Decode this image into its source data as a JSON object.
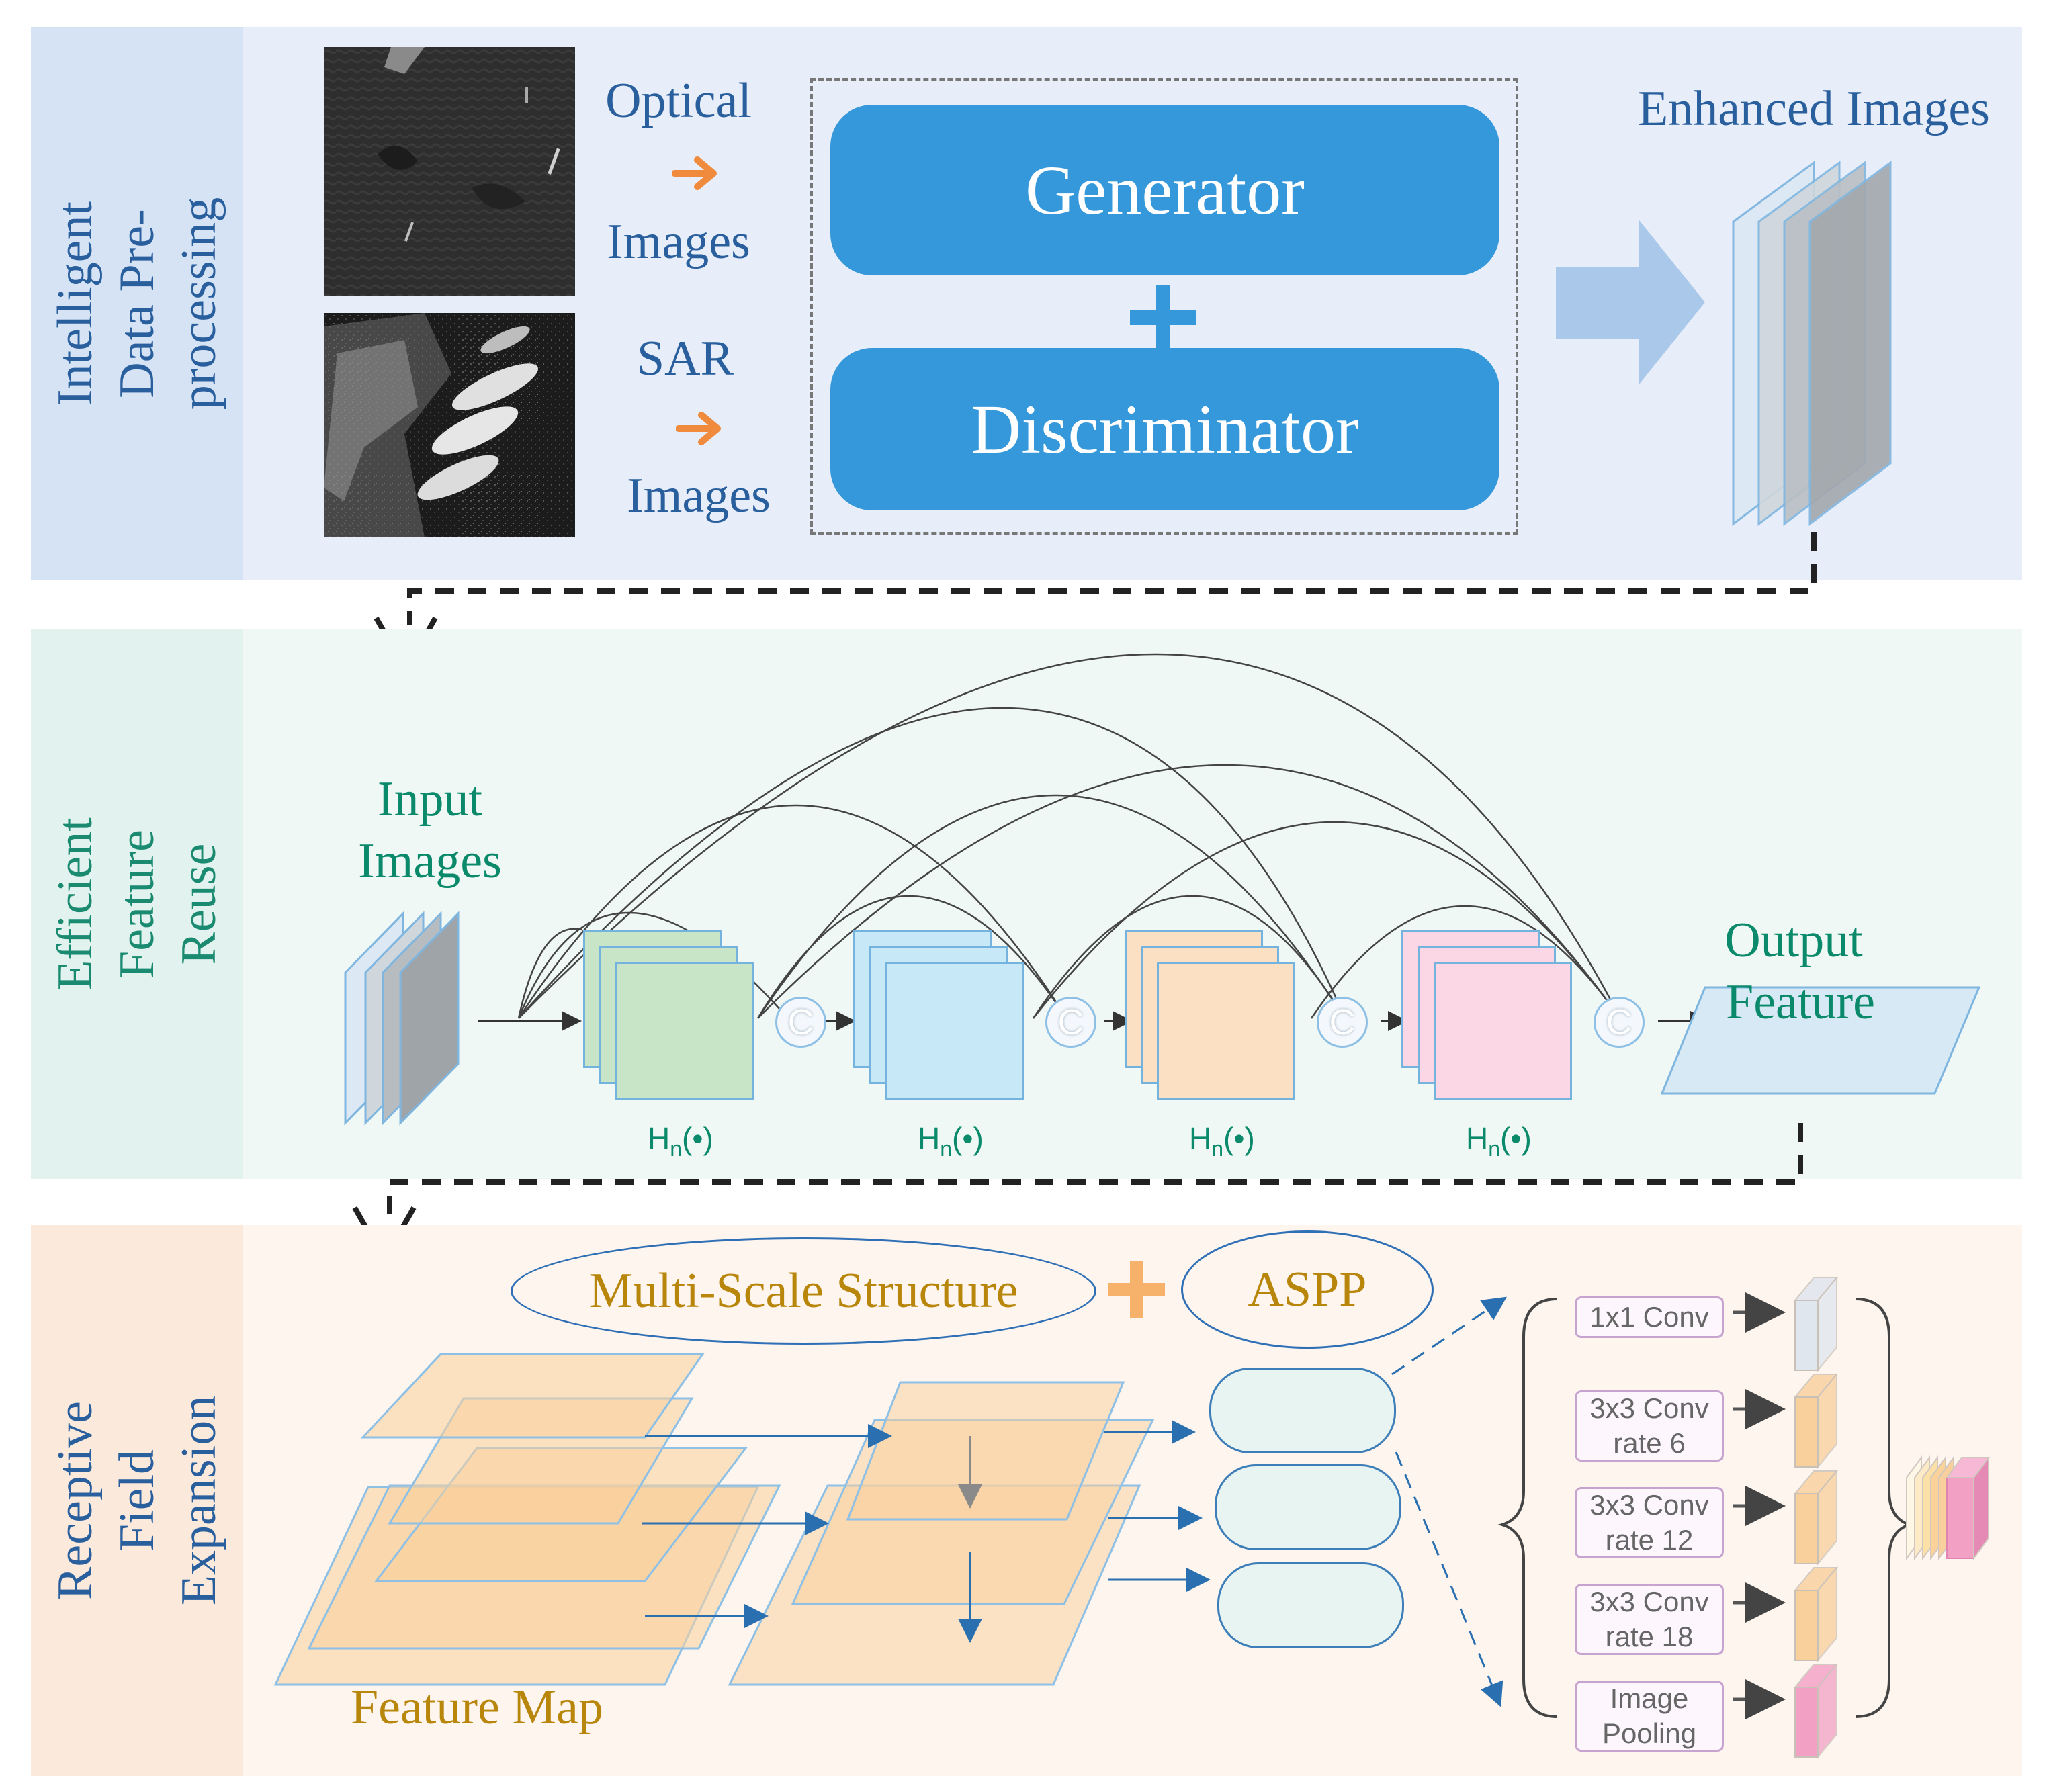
{
  "panels": {
    "preprocessing": {
      "title": "Intelligent Data Pre-processing",
      "optical_label_1": "Optical",
      "optical_label_2": "Images",
      "sar_label_1": "SAR",
      "sar_label_2": "Images",
      "generator_label": "Generator",
      "discriminator_label": "Discriminator",
      "output_label": "Enhanced Images"
    },
    "feature_reuse": {
      "title": "Efficient Feature Reuse",
      "input_label_1": "Input",
      "input_label_2": "Images",
      "output_label_1": "Output",
      "output_label_2": "Feature",
      "block_label": "H",
      "block_label_sub": "n",
      "block_label_tail": "(•)",
      "block_colors": [
        "#c9e5c8",
        "#c7e8f6",
        "#fbe0c4",
        "#fbd6e4"
      ],
      "concat_symbol": "C"
    },
    "receptive_field": {
      "title": "Receptive Field Expansion",
      "multiscale_label": "Multi-Scale Structure",
      "aspp_label": "ASPP",
      "feature_map_label": "Feature Map",
      "aspp_branches": [
        {
          "line1": "1x1 Conv",
          "line2": "",
          "color": "#dfe6ee"
        },
        {
          "line1": "3x3 Conv",
          "line2": "rate 6",
          "color": "#f9cf9b"
        },
        {
          "line1": "3x3 Conv",
          "line2": "rate 12",
          "color": "#f9cf9b"
        },
        {
          "line1": "3x3 Conv",
          "line2": "rate 18",
          "color": "#f9cf9b"
        },
        {
          "line1": "Image",
          "line2": "Pooling",
          "color": "#f2a0c4"
        }
      ]
    }
  },
  "colors": {
    "panel1_bg": "#e8eef9",
    "panel1_side": "#d6e3f5",
    "panel2_bg": "#f0f8f6",
    "panel2_side": "#e2f2ee",
    "panel3_bg": "#fdf5ee",
    "panel3_side": "#fbe9dc",
    "gan_blue": "#3598db",
    "accent_orange": "#f08a3c",
    "teal_text": "#0a8a6a",
    "blue_text": "#2a5f9e",
    "gold_text": "#b8860b"
  },
  "icons": [
    "orange-arrow-icon",
    "plus-icon",
    "big-arrow-icon",
    "concat-icon",
    "down-arrow-icon"
  ]
}
